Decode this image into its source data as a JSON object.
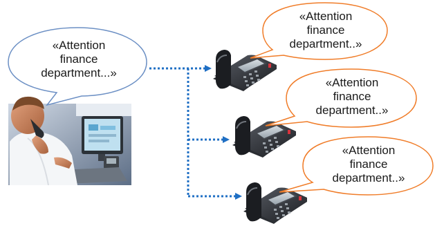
{
  "caller": {
    "bubble": {
      "line1": "«Attention",
      "line2": "finance",
      "line3": "department...»",
      "border_color": "#6b8fc4"
    }
  },
  "phones": [
    {
      "bubble": {
        "line1": "«Attention",
        "line2": "finance",
        "line3": "department..»"
      }
    },
    {
      "bubble": {
        "line1": "«Attention",
        "line2": "finance",
        "line3": "department..»"
      }
    },
    {
      "bubble": {
        "line1": "«Attention",
        "line2": "finance",
        "line3": "department..»"
      }
    }
  ],
  "colors": {
    "caller_bubble_border": "#6b8fc4",
    "phone_bubble_border": "#f07c28",
    "arrow": "#1f6fc4"
  }
}
